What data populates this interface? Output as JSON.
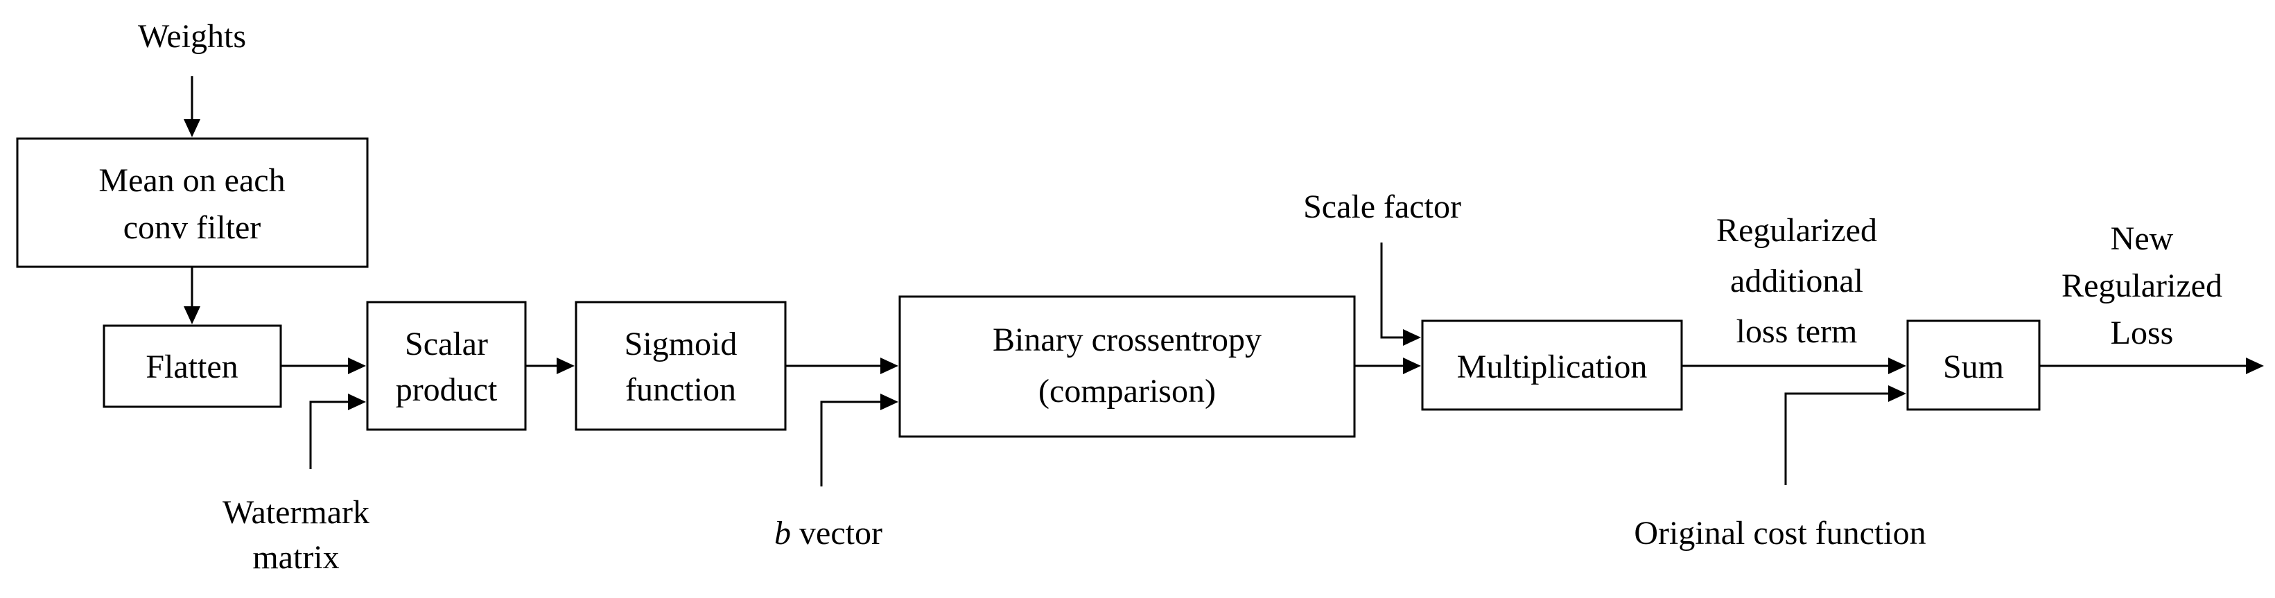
{
  "nodes": {
    "weights": {
      "text": "Weights"
    },
    "mean": {
      "line1": "Mean on each",
      "line2": "conv filter"
    },
    "flatten": {
      "text": "Flatten"
    },
    "watermark": {
      "line1": "Watermark",
      "line2": "matrix"
    },
    "scalar": {
      "line1": "Scalar",
      "line2": "product"
    },
    "sigmoid": {
      "line1": "Sigmoid",
      "line2": "function"
    },
    "b_vector": {
      "italic": "b",
      "rest": " vector"
    },
    "bce": {
      "line1": "Binary crossentropy",
      "line2": "(comparison)"
    },
    "scale_factor": {
      "text": "Scale factor"
    },
    "multiplication": {
      "text": "Multiplication"
    },
    "reg_term": {
      "line1": "Regularized",
      "line2": "additional",
      "line3": "loss term"
    },
    "original_cost": {
      "text": "Original cost function"
    },
    "sum": {
      "text": "Sum"
    },
    "new_loss": {
      "line1": "New",
      "line2": "Regularized",
      "line3": "Loss"
    }
  }
}
